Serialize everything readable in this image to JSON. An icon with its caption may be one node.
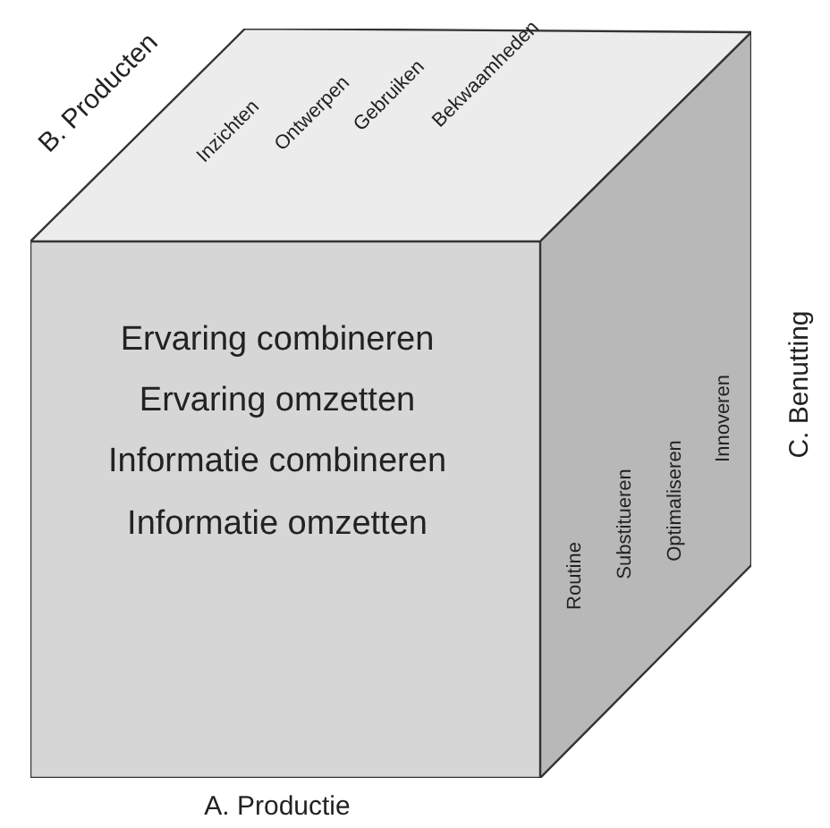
{
  "diagram": {
    "nodes": [
      {
        "text": [
          "Ervaring combineren",
          "Ervaring omzetten",
          "Informatie combineren",
          "Informatie omzetten"
        ]
      },
      {
        "text": [
          "Inzichten",
          "Ontwerpen",
          "Gebruiken",
          "Bekwaamheden"
        ]
      },
      {
        "text": [
          "Routine",
          "Substitueren",
          "Optimaliseren",
          "Innoveren"
        ]
      }
    ],
    "labels": [
      "B. Producten",
      "C. Benutting",
      "A. Productie"
    ]
  }
}
